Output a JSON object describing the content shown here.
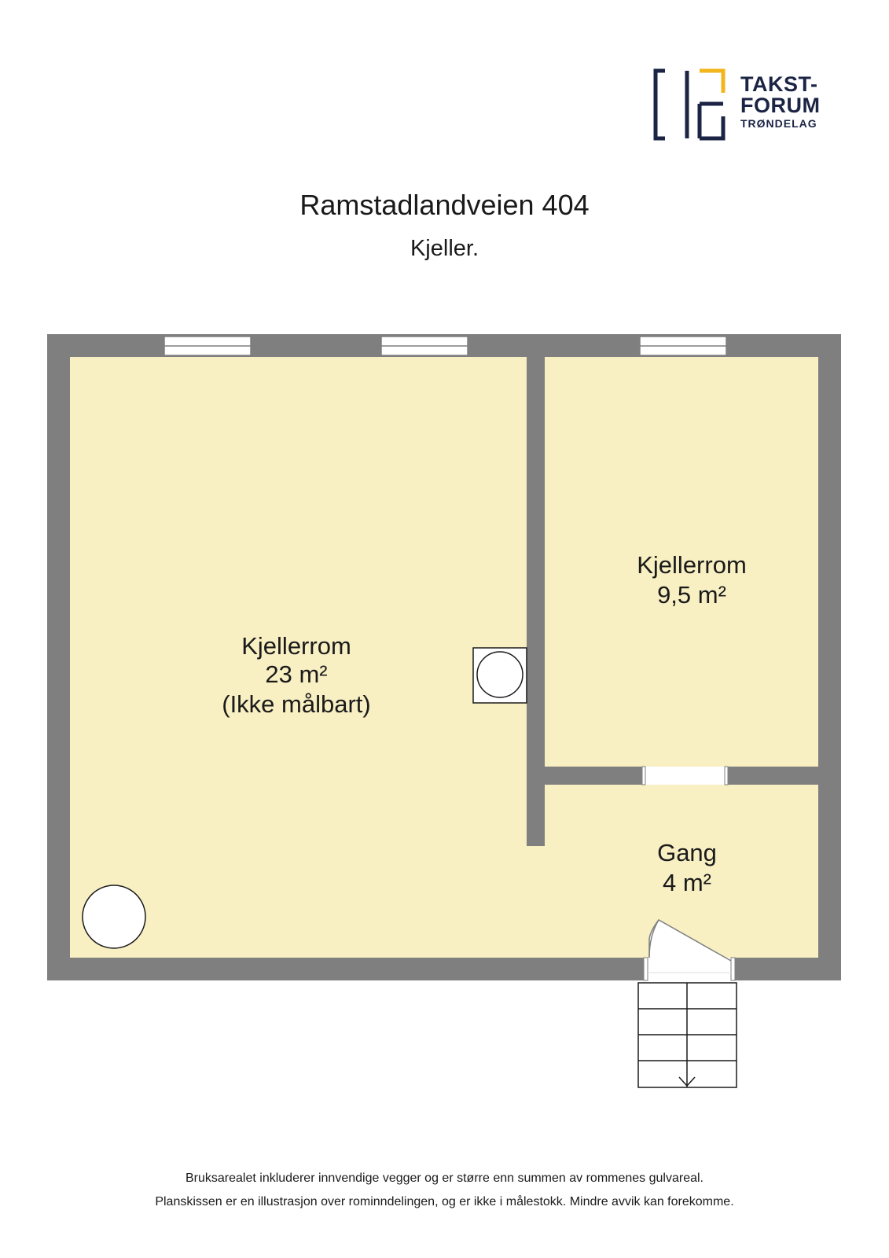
{
  "logo": {
    "line1": "TAKST-",
    "line2": "FORUM",
    "line3": "TRØNDELAG",
    "primary_color": "#1b2445",
    "accent_color": "#f2b51c"
  },
  "header": {
    "title": "Ramstadlandveien 404",
    "subtitle": "Kjeller."
  },
  "rooms": [
    {
      "name": "Kjellerrom",
      "area": "23 m²",
      "note": "(Ikke målbart)"
    },
    {
      "name": "Kjellerrom",
      "area": "9,5 m²"
    },
    {
      "name": "Gang",
      "area": "4 m²"
    }
  ],
  "colors": {
    "floor": "#f8efc3",
    "wall": "#7f7f7f"
  },
  "footer": {
    "line1": "Bruksarealet inkluderer innvendige vegger og er større enn summen av rommenes gulvareal.",
    "line2": "Planskissen er en illustrasjon over rominndelingen, og er ikke i målestokk. Mindre avvik kan forekomme."
  }
}
